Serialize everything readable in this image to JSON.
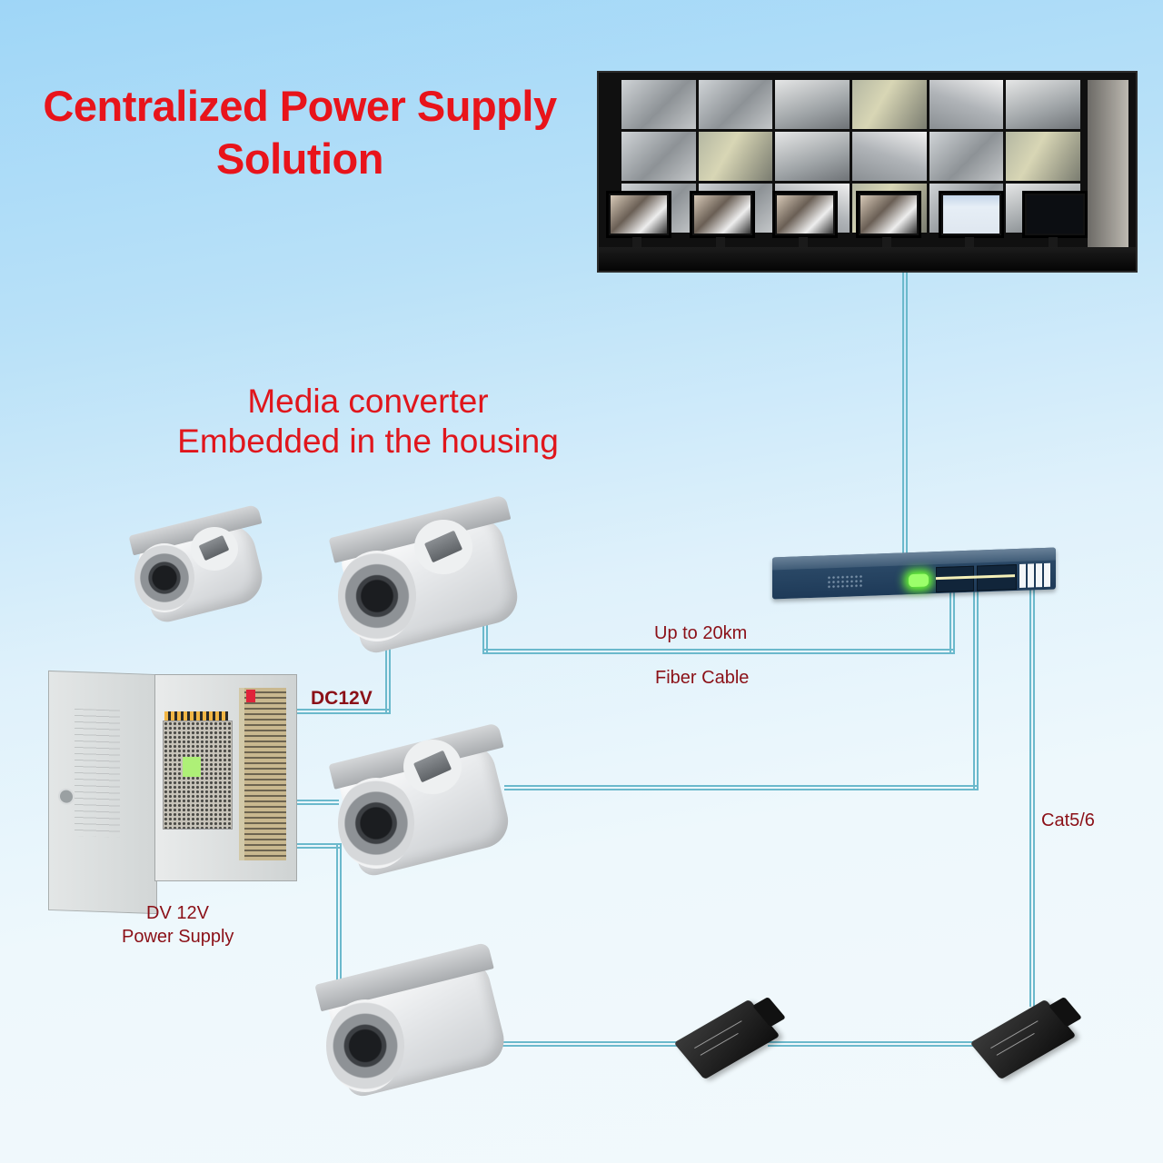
{
  "title": {
    "line1": "Centralized Power Supply",
    "line2": "Solution"
  },
  "subtitle": {
    "line1": "Media converter",
    "line2": "Embedded in the housing"
  },
  "labels": {
    "fiber_distance": "Up to 20km",
    "fiber_cable": "Fiber Cable",
    "dc_voltage": "DC12V",
    "power_supply_line1": "DV 12V",
    "power_supply_line2": "Power Supply",
    "copper_cable": "Cat5/6"
  },
  "components": {
    "monitoring_center": "video-wall",
    "switch": "network-switch",
    "cameras": [
      "camera-1",
      "camera-2",
      "camera-3",
      "camera-4"
    ],
    "power_box": "power-supply-box",
    "converters": [
      "media-converter-1",
      "media-converter-2"
    ]
  },
  "colors": {
    "title_red": "#e8141b",
    "label_red": "#8b1017",
    "cable": "#6bb9cc",
    "switch_blue": "#1e3a58",
    "switch_led": "#6cff34"
  }
}
